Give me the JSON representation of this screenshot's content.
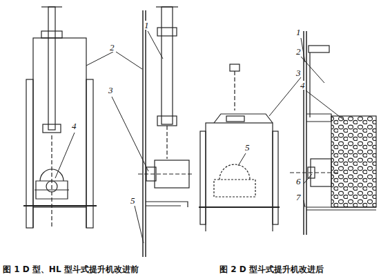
{
  "diagram": {
    "labels": [
      "1",
      "2",
      "3",
      "4",
      "5",
      "1",
      "2",
      "3",
      "4",
      "5",
      "6",
      "7",
      "图 1 D 型、HL 型斗式提升机改进前",
      "图 2 D 型斗式提升机改进后"
    ]
  }
}
